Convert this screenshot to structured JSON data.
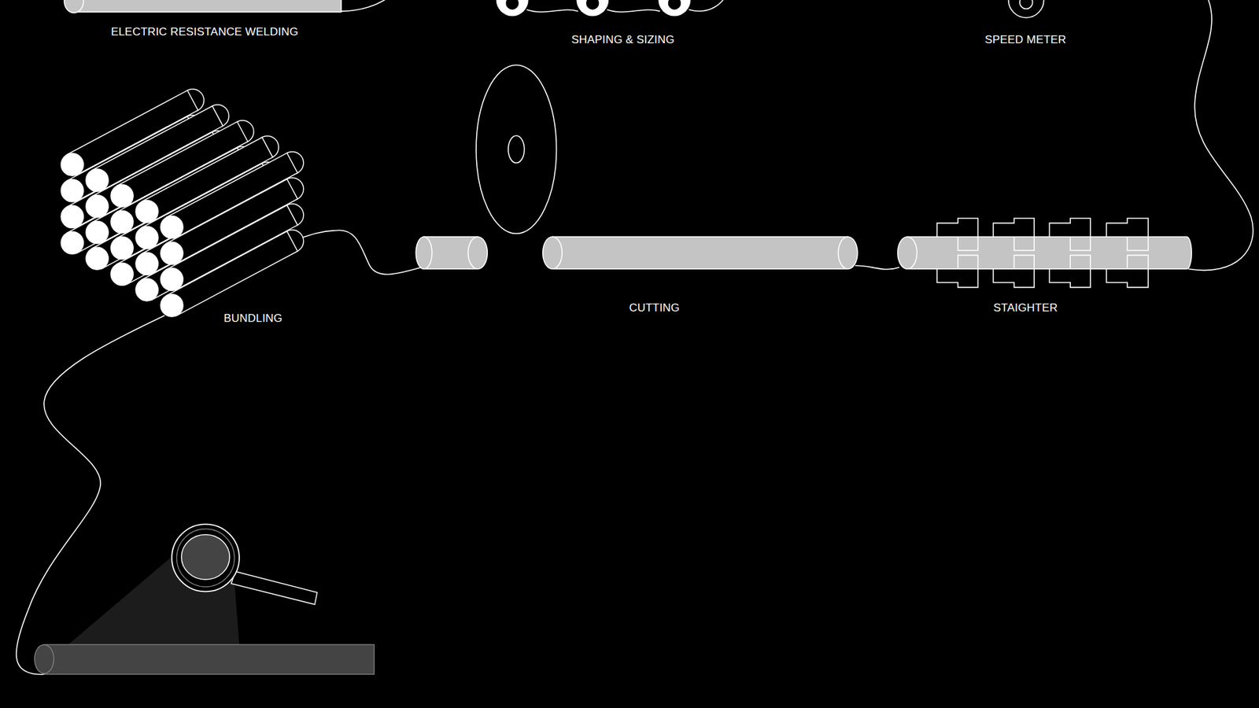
{
  "diagram": {
    "labels": [
      "ELECTRIC RESISTANCE WELDING",
      "SHAPING & SIZING",
      "SPEED METER",
      "BUNDLING",
      "CUTTING",
      "STAIGHTER"
    ]
  }
}
